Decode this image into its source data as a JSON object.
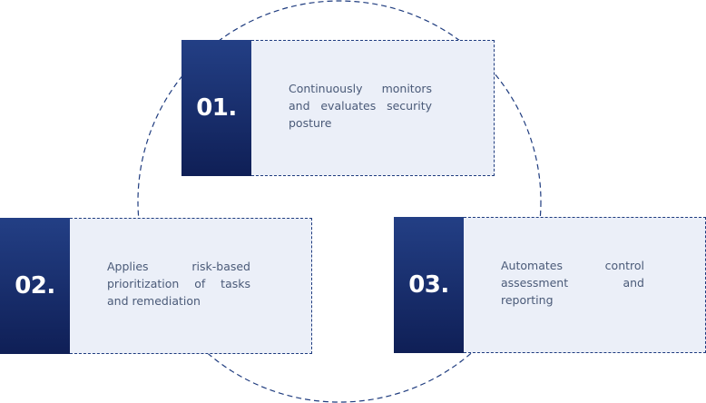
{
  "steps": [
    {
      "number": "01.",
      "text": "Continuously monitors and evaluates security posture"
    },
    {
      "number": "02.",
      "text": "Applies risk-based prioritization of tasks and remediation"
    },
    {
      "number": "03.",
      "text": "Automates control assessment and reporting"
    }
  ],
  "colors": {
    "number_box_top": "#233f85",
    "number_box_bottom": "#0f1f56",
    "card_fill": "#ebeff8",
    "dashed_line": "#1f3c7f",
    "text": "#4a5a78"
  }
}
